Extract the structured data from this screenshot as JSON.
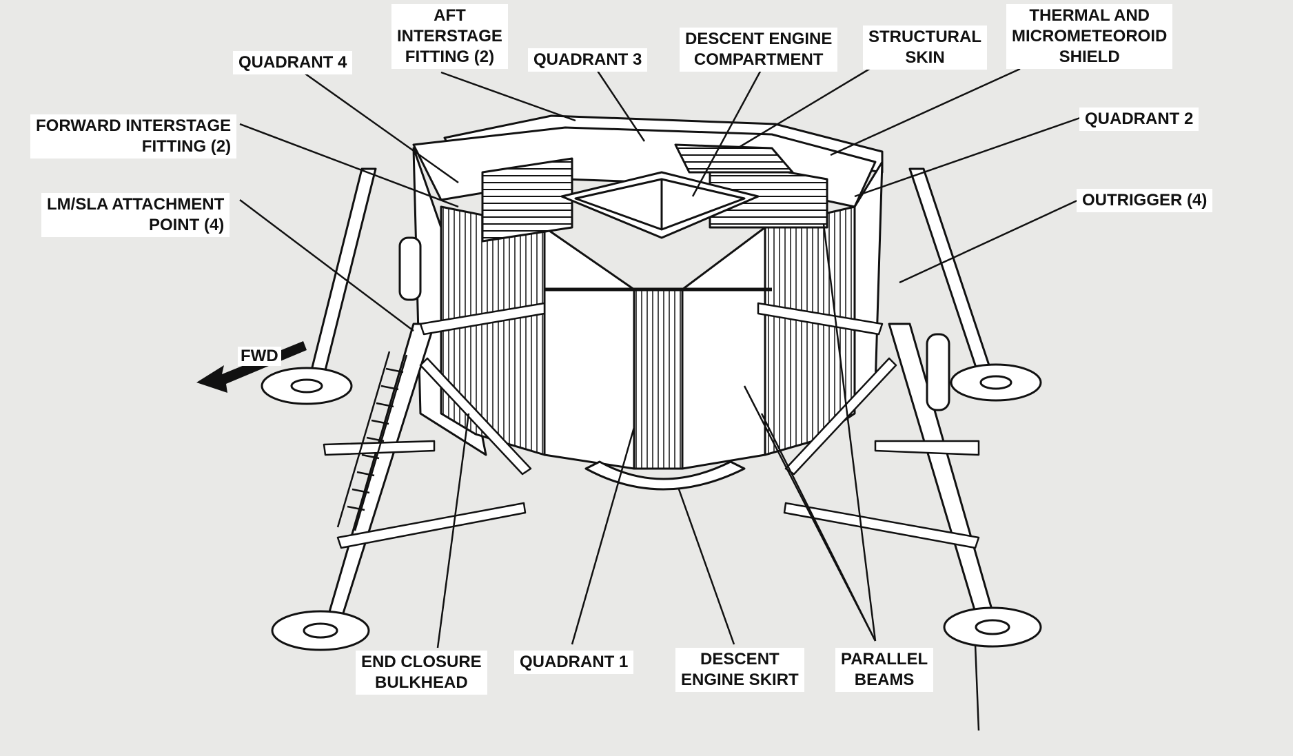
{
  "labels": {
    "aft_interstage": "AFT\nINTERSTAGE\nFITTING (2)",
    "quadrant_4": "QUADRANT 4",
    "quadrant_3": "QUADRANT 3",
    "descent_engine_compartment": "DESCENT ENGINE\nCOMPARTMENT",
    "structural_skin": "STRUCTURAL\nSKIN",
    "thermal_shield": "THERMAL AND\nMICROMETEOROID\nSHIELD",
    "quadrant_2": "QUADRANT 2",
    "forward_interstage": "FORWARD INTERSTAGE\nFITTING (2)",
    "lm_sla": "LM/SLA ATTACHMENT\nPOINT (4)",
    "outrigger": "OUTRIGGER (4)",
    "fwd": "FWD",
    "end_closure": "END CLOSURE\nBULKHEAD",
    "quadrant_1": "QUADRANT 1",
    "descent_engine_skirt": "DESCENT\nENGINE SKIRT",
    "parallel_beams": "PARALLEL\nBEAMS"
  },
  "colors": {
    "background": "#e9e9e7",
    "ink": "#111111",
    "label_bg": "#ffffff"
  }
}
